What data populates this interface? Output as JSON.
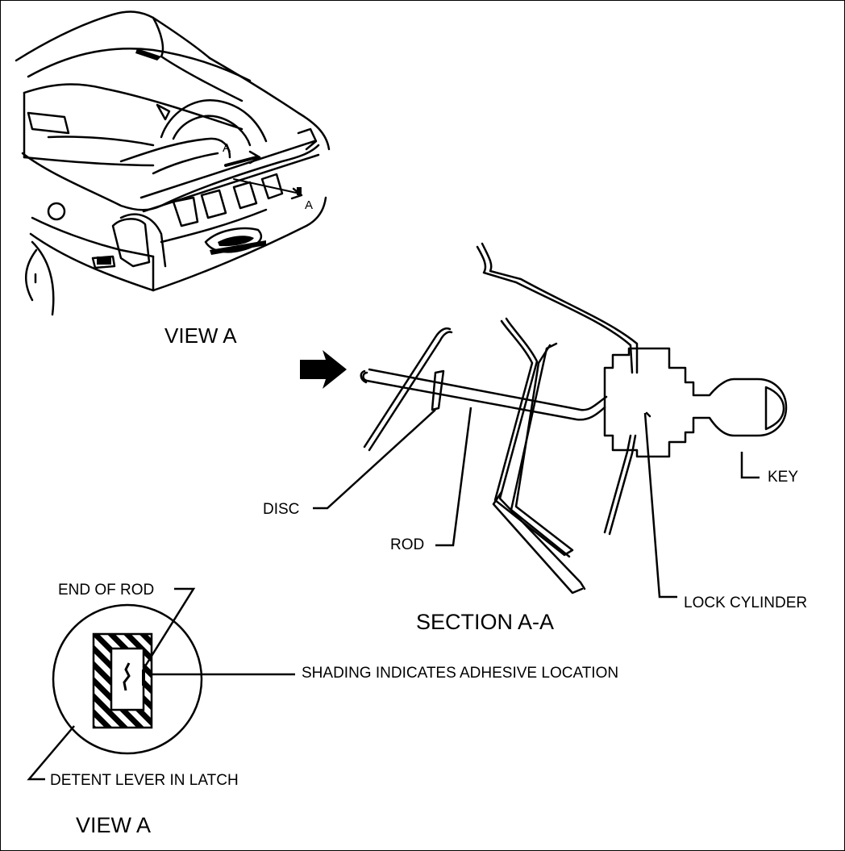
{
  "labels": {
    "view_a_top": "VIEW A",
    "section_marker_upper": "A",
    "section_marker_lower": "A",
    "disc": "DISC",
    "rod": "ROD",
    "key": "KEY",
    "lock_cylinder": "LOCK CYLINDER",
    "section_title": "SECTION A-A",
    "end_of_rod": "END OF ROD",
    "shading_note": "SHADING INDICATES ADHESIVE LOCATION",
    "detent_lever": "DETENT LEVER IN LATCH",
    "view_a_bottom": "VIEW A"
  },
  "colors": {
    "ink": "#000000",
    "paper": "#ffffff"
  },
  "icons": {
    "pointer": "arrow-right-icon"
  }
}
